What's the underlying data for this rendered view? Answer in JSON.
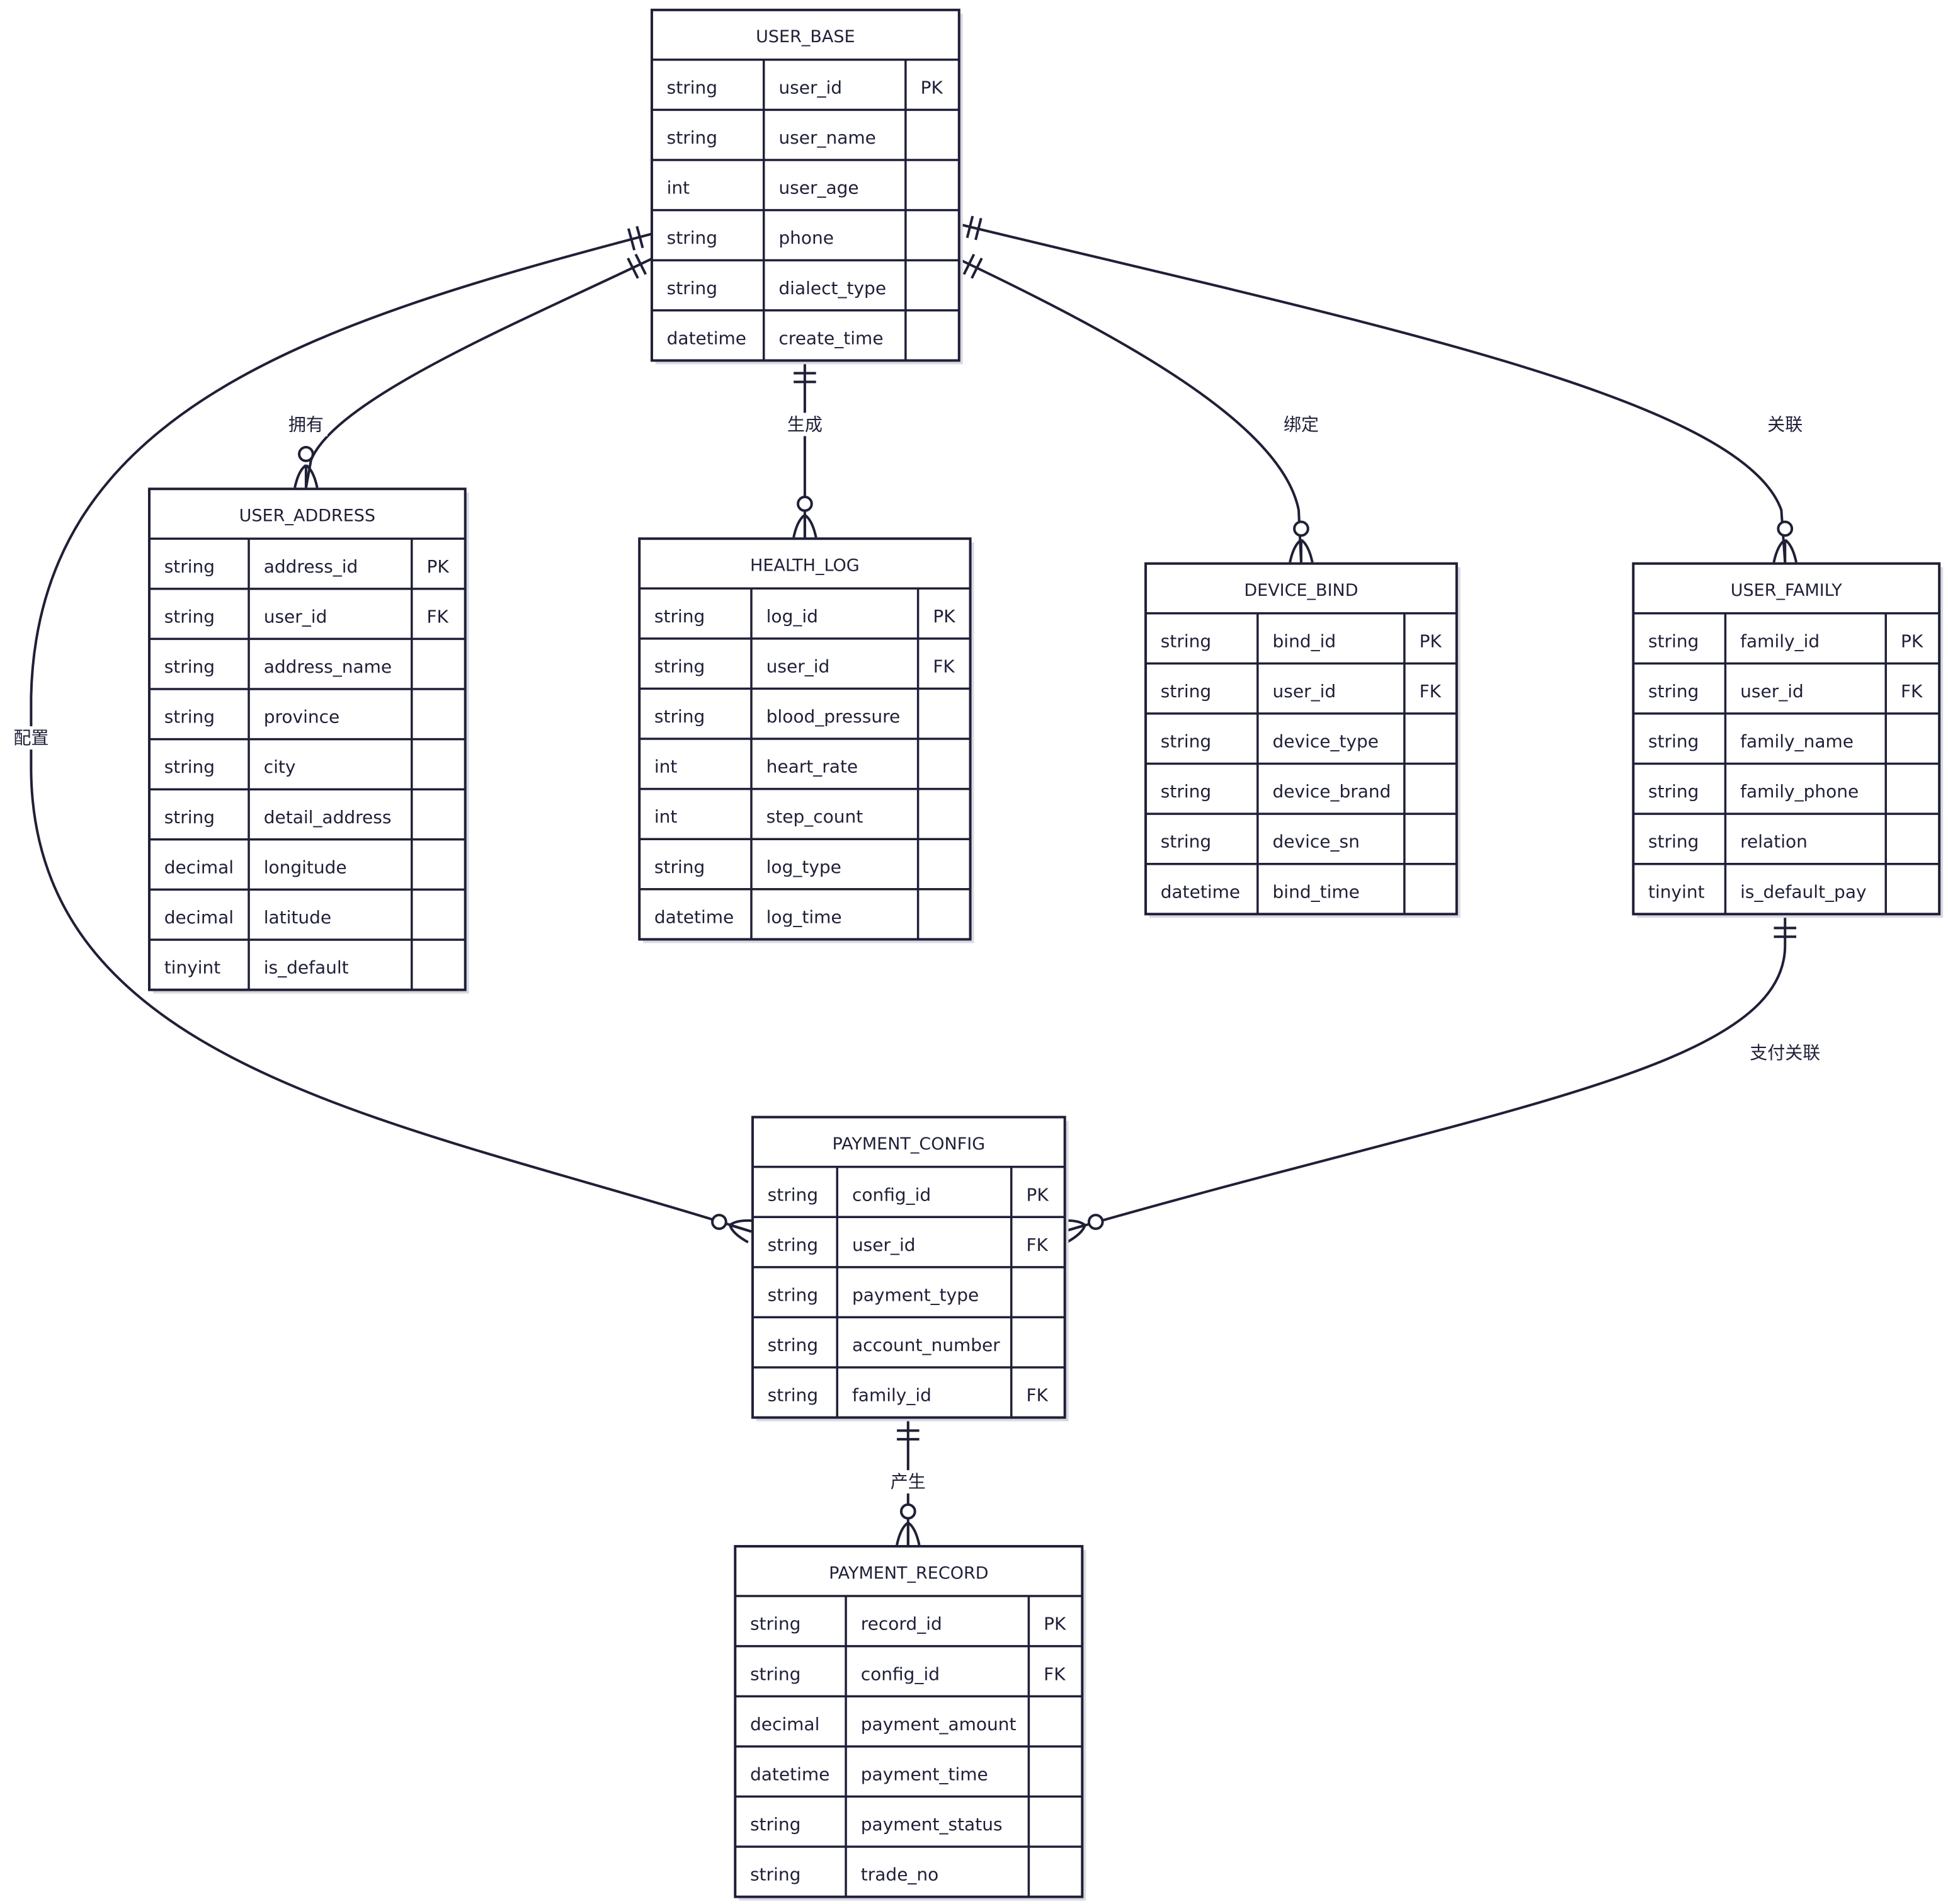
{
  "entities": [
    {
      "name": "USER_BASE",
      "rows": [
        [
          "string",
          "user_id",
          "PK"
        ],
        [
          "string",
          "user_name",
          ""
        ],
        [
          "int",
          "user_age",
          ""
        ],
        [
          "string",
          "phone",
          ""
        ],
        [
          "string",
          "dialect_type",
          ""
        ],
        [
          "datetime",
          "create_time",
          ""
        ]
      ]
    },
    {
      "name": "USER_ADDRESS",
      "rows": [
        [
          "string",
          "address_id",
          "PK"
        ],
        [
          "string",
          "user_id",
          "FK"
        ],
        [
          "string",
          "address_name",
          ""
        ],
        [
          "string",
          "province",
          ""
        ],
        [
          "string",
          "city",
          ""
        ],
        [
          "string",
          "detail_address",
          ""
        ],
        [
          "decimal",
          "longitude",
          ""
        ],
        [
          "decimal",
          "latitude",
          ""
        ],
        [
          "tinyint",
          "is_default",
          ""
        ]
      ]
    },
    {
      "name": "HEALTH_LOG",
      "rows": [
        [
          "string",
          "log_id",
          "PK"
        ],
        [
          "string",
          "user_id",
          "FK"
        ],
        [
          "string",
          "blood_pressure",
          ""
        ],
        [
          "int",
          "heart_rate",
          ""
        ],
        [
          "int",
          "step_count",
          ""
        ],
        [
          "string",
          "log_type",
          ""
        ],
        [
          "datetime",
          "log_time",
          ""
        ]
      ]
    },
    {
      "name": "DEVICE_BIND",
      "rows": [
        [
          "string",
          "bind_id",
          "PK"
        ],
        [
          "string",
          "user_id",
          "FK"
        ],
        [
          "string",
          "device_type",
          ""
        ],
        [
          "string",
          "device_brand",
          ""
        ],
        [
          "string",
          "device_sn",
          ""
        ],
        [
          "datetime",
          "bind_time",
          ""
        ]
      ]
    },
    {
      "name": "USER_FAMILY",
      "rows": [
        [
          "string",
          "family_id",
          "PK"
        ],
        [
          "string",
          "user_id",
          "FK"
        ],
        [
          "string",
          "family_name",
          ""
        ],
        [
          "string",
          "family_phone",
          ""
        ],
        [
          "string",
          "relation",
          ""
        ],
        [
          "tinyint",
          "is_default_pay",
          ""
        ]
      ]
    },
    {
      "name": "PAYMENT_CONFIG",
      "rows": [
        [
          "string",
          "config_id",
          "PK"
        ],
        [
          "string",
          "user_id",
          "FK"
        ],
        [
          "string",
          "payment_type",
          ""
        ],
        [
          "string",
          "account_number",
          ""
        ],
        [
          "string",
          "family_id",
          "FK"
        ]
      ]
    },
    {
      "name": "PAYMENT_RECORD",
      "rows": [
        [
          "string",
          "record_id",
          "PK"
        ],
        [
          "string",
          "config_id",
          "FK"
        ],
        [
          "decimal",
          "payment_amount",
          ""
        ],
        [
          "datetime",
          "payment_time",
          ""
        ],
        [
          "string",
          "payment_status",
          ""
        ],
        [
          "string",
          "trade_no",
          ""
        ]
      ]
    }
  ],
  "relationships": [
    {
      "from": "USER_BASE",
      "to": "USER_ADDRESS",
      "label": "拥有",
      "from_card": "exactly-one",
      "to_card": "zero-or-many"
    },
    {
      "from": "USER_BASE",
      "to": "HEALTH_LOG",
      "label": "生成",
      "from_card": "exactly-one",
      "to_card": "zero-or-many"
    },
    {
      "from": "USER_BASE",
      "to": "DEVICE_BIND",
      "label": "绑定",
      "from_card": "exactly-one",
      "to_card": "zero-or-many"
    },
    {
      "from": "USER_BASE",
      "to": "USER_FAMILY",
      "label": "关联",
      "from_card": "exactly-one",
      "to_card": "zero-or-many"
    },
    {
      "from": "USER_BASE",
      "to": "PAYMENT_CONFIG",
      "label": "配置",
      "from_card": "exactly-one",
      "to_card": "zero-or-many"
    },
    {
      "from": "USER_FAMILY",
      "to": "PAYMENT_CONFIG",
      "label": "支付关联",
      "from_card": "exactly-one",
      "to_card": "zero-or-many"
    },
    {
      "from": "PAYMENT_CONFIG",
      "to": "PAYMENT_RECORD",
      "label": "产生",
      "from_card": "exactly-one",
      "to_card": "zero-or-many"
    }
  ],
  "colors": {
    "line": "#1f2037",
    "background": "#ffffff",
    "shadow": "#d9d9e2"
  }
}
